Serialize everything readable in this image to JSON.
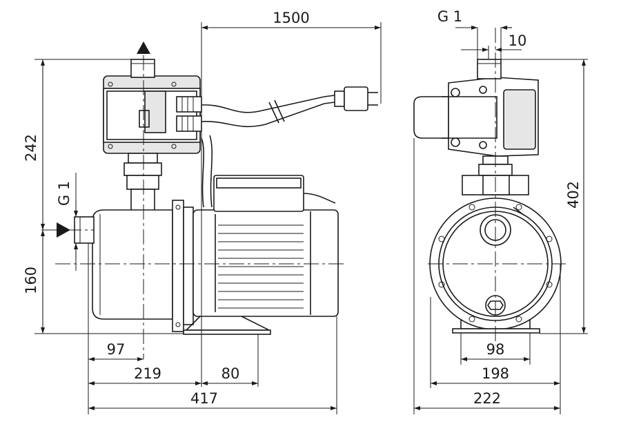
{
  "dimensions": {
    "cable_length": "1500",
    "connection_thread_top": "G 1",
    "connection_thread_side": "G 1",
    "top_offset": "10",
    "height_upper": "242",
    "height_lower": "160",
    "total_height": "402",
    "inlet_to_axis": "97",
    "inlet_to_foot": "219",
    "foot_depth": "80",
    "total_length": "417",
    "foot_inner_width": "98",
    "foot_outer_width": "198",
    "total_width": "222"
  }
}
